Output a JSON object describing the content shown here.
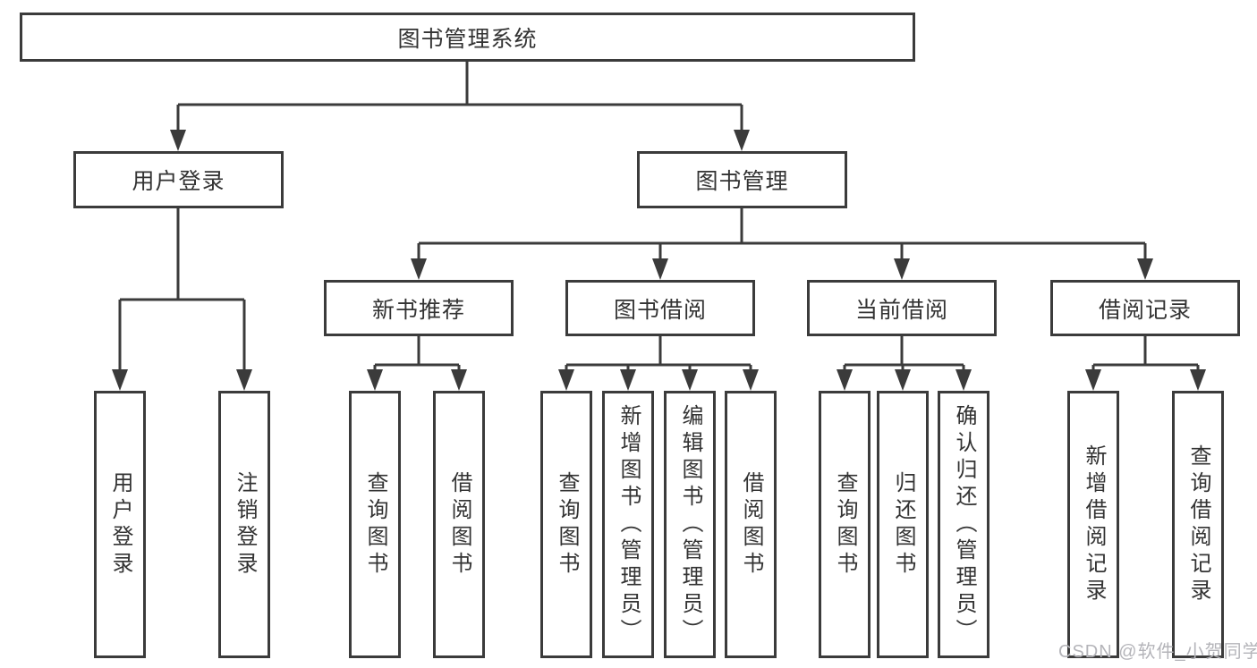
{
  "diagram": {
    "type": "hierarchy-tree",
    "tree": {
      "root": {
        "label": "图书管理系统",
        "children": [
          {
            "label": "用户登录",
            "children": [
              {
                "label": "用户登录"
              },
              {
                "label": "注销登录"
              }
            ]
          },
          {
            "label": "图书管理",
            "children": [
              {
                "label": "新书推荐",
                "children": [
                  {
                    "label": "查询图书"
                  },
                  {
                    "label": "借阅图书"
                  }
                ]
              },
              {
                "label": "图书借阅",
                "children": [
                  {
                    "label": "查询图书"
                  },
                  {
                    "label": "新增图书（管理员）"
                  },
                  {
                    "label": "编辑图书（管理员）"
                  },
                  {
                    "label": "借阅图书"
                  }
                ]
              },
              {
                "label": "当前借阅",
                "children": [
                  {
                    "label": "查询图书"
                  },
                  {
                    "label": "归还图书"
                  },
                  {
                    "label": "确认归还（管理员）"
                  }
                ]
              },
              {
                "label": "借阅记录",
                "children": [
                  {
                    "label": "新增借阅记录"
                  },
                  {
                    "label": "查询借阅记录"
                  }
                ]
              }
            ]
          }
        ]
      }
    },
    "colors": {
      "line": "#3b3b3b",
      "border": "#3b3b3b",
      "text": "#333333",
      "background": "#ffffff",
      "watermark": "#b4b4b9"
    }
  },
  "watermark": {
    "label": "CSDN @软件_小贺同学"
  }
}
